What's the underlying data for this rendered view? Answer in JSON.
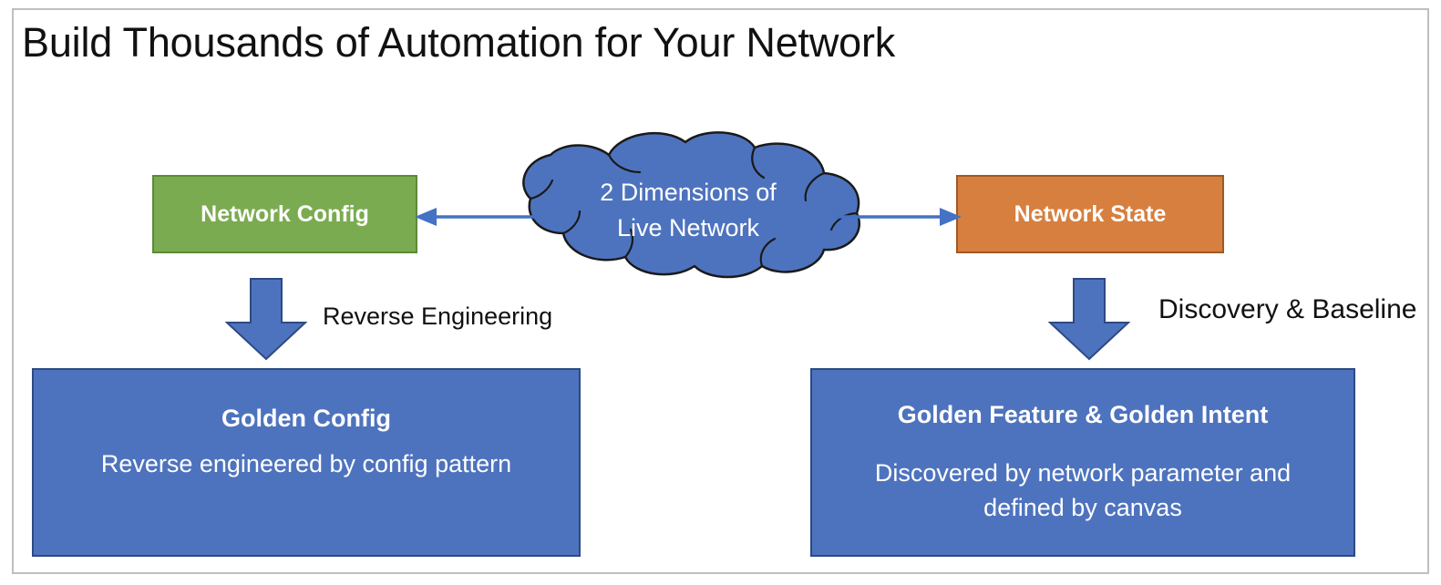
{
  "slide": {
    "title": "Build Thousands of Automation for Your Network",
    "frame_color": "#bfbfbf",
    "background": "#ffffff"
  },
  "nodes": {
    "network_config": {
      "label": "Network Config",
      "fill": "#7BAB50",
      "border": "#5d8a36",
      "text_color": "#ffffff"
    },
    "network_state": {
      "label": "Network State",
      "fill": "#D77F3E",
      "border": "#9e5a24",
      "text_color": "#ffffff"
    },
    "cloud": {
      "line1": "2 Dimensions of",
      "line2": "Live Network",
      "fill": "#4E73BE",
      "border": "#1a1a1a",
      "text_color": "#ffffff"
    },
    "golden_config": {
      "title": "Golden Config",
      "subtitle": "Reverse engineered by config pattern",
      "fill": "#4E73BE",
      "border": "#2d4a82",
      "text_color": "#ffffff"
    },
    "golden_feature": {
      "title": "Golden Feature & Golden Intent",
      "subtitle_line1": "Discovered by network parameter and",
      "subtitle_line2": "defined by canvas",
      "fill": "#4E73BE",
      "border": "#2d4a82",
      "text_color": "#ffffff"
    }
  },
  "connectors": {
    "cloud_to_config": {
      "direction": "left",
      "color": "#4472C4"
    },
    "cloud_to_state": {
      "direction": "right",
      "color": "#4472C4"
    },
    "reverse_engineering": {
      "label": "Reverse Engineering",
      "direction": "down",
      "fill": "#4E73BE",
      "border": "#2d4a82"
    },
    "discovery_baseline": {
      "label": "Discovery & Baseline",
      "direction": "down",
      "fill": "#4E73BE",
      "border": "#2d4a82"
    }
  }
}
